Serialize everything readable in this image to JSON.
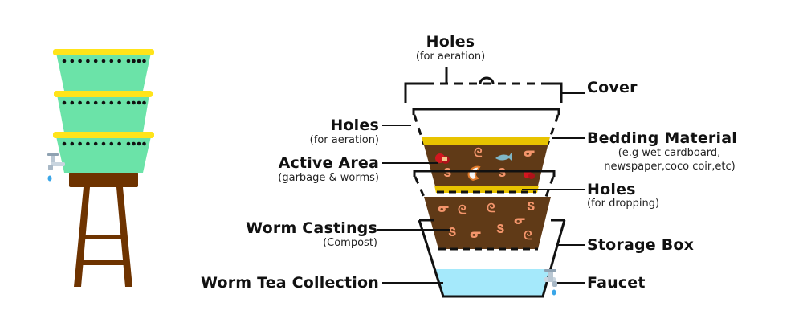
{
  "title": "Vermicomposting Bin Diagram",
  "colors": {
    "bin_green": "#6be3a8",
    "rim_yellow": "#ffe41a",
    "wood_brown": "#6e3300",
    "soil_brown": "#603a17",
    "bedding_yellow": "#e8c300",
    "water_blue": "#a5e9fb",
    "worm_pink": "#f4956b",
    "outline": "#111111"
  },
  "labels": {
    "holes_top": {
      "title": "Holes",
      "sub": "(for aeration)"
    },
    "cover": {
      "title": "Cover"
    },
    "holes_side": {
      "title": "Holes",
      "sub": "(for aeration)"
    },
    "bedding": {
      "title": "Bedding Material",
      "sub1": "(e.g wet cardboard,",
      "sub2": "newspaper,coco coir,etc)"
    },
    "active_area": {
      "title": "Active Area",
      "sub": "(garbage & worms)"
    },
    "holes_drop": {
      "title": "Holes",
      "sub": "(for dropping)"
    },
    "castings": {
      "title": "Worm Castings",
      "sub": "(Compost)"
    },
    "storage": {
      "title": "Storage Box"
    },
    "tea": {
      "title": "Worm Tea Collection"
    },
    "faucet": {
      "title": "Faucet"
    }
  },
  "stack": {
    "bins": 3,
    "holes_per_row": 12
  }
}
